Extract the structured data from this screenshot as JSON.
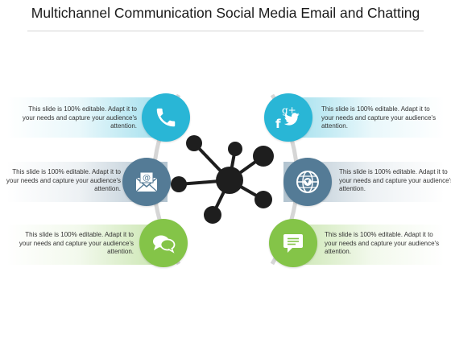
{
  "title": "Multichannel Communication Social Media Email and Chatting",
  "colors": {
    "cyan": "#29b6d6",
    "steel": "#547b96",
    "green": "#84c448",
    "node": "#1e1e1e"
  },
  "left_items": [
    {
      "text": "This slide is 100% editable. Adapt it to your needs and capture your audience's attention.",
      "icon": "phone-icon",
      "color": "cyan"
    },
    {
      "text": "This slide is 100% editable. Adapt it to your needs and capture your audience's attention.",
      "icon": "email-icon",
      "color": "steel"
    },
    {
      "text": "This slide is 100% editable. Adapt it to your needs and capture your audience's attention.",
      "icon": "chat-bubbles-icon",
      "color": "green"
    }
  ],
  "right_items": [
    {
      "text": "This slide is 100% editable. Adapt it to your needs and capture your audience's attention.",
      "icon": "social-media-icon",
      "color": "cyan"
    },
    {
      "text": "This slide is 100% editable. Adapt it to your needs and capture your audience's attention.",
      "icon": "globe-network-icon",
      "color": "steel"
    },
    {
      "text": "This slide is 100% editable. Adapt it to your needs and capture your audience's attention.",
      "icon": "message-icon",
      "color": "green"
    }
  ],
  "social_icon_text": {
    "google": "g+",
    "facebook": "f"
  }
}
